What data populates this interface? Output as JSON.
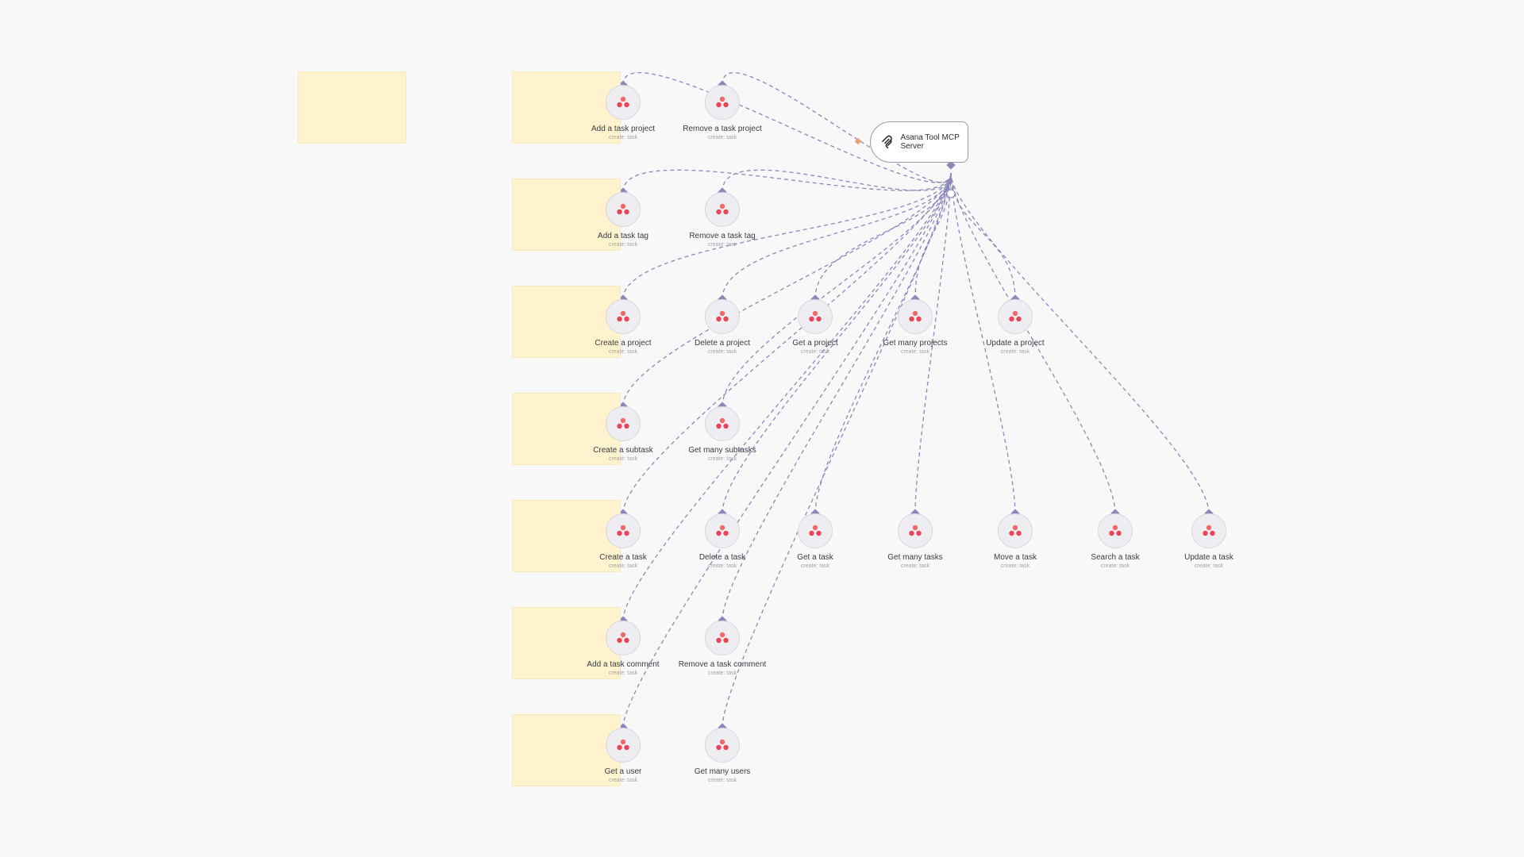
{
  "canvas": {
    "background": "#f8f8f9",
    "edge_color": "#8a88b8",
    "sticky_color": "#fef3cd"
  },
  "mcp_server": {
    "title": "Asana Tool MCP Server",
    "icon": "mcp-server-icon"
  },
  "node_icon": "asana-icon",
  "node_icon_colors": [
    "#f06a6a",
    "#e8445a"
  ],
  "rows": [
    {
      "nodes": [
        {
          "title": "Add a task project",
          "subtitle": "create: task"
        },
        {
          "title": "Remove a task project",
          "subtitle": "create: task"
        }
      ]
    },
    {
      "nodes": [
        {
          "title": "Add a task tag",
          "subtitle": "create: task"
        },
        {
          "title": "Remove a task tag",
          "subtitle": "create: task"
        }
      ]
    },
    {
      "nodes": [
        {
          "title": "Create a project",
          "subtitle": "create: task"
        },
        {
          "title": "Delete a project",
          "subtitle": "create: task"
        },
        {
          "title": "Get a project",
          "subtitle": "create: task"
        },
        {
          "title": "Get many projects",
          "subtitle": "create: task"
        },
        {
          "title": "Update a project",
          "subtitle": "create: task"
        }
      ]
    },
    {
      "nodes": [
        {
          "title": "Create a subtask",
          "subtitle": "create: task"
        },
        {
          "title": "Get many subtasks",
          "subtitle": "create: task"
        }
      ]
    },
    {
      "nodes": [
        {
          "title": "Create a task",
          "subtitle": "create: task"
        },
        {
          "title": "Delete a task",
          "subtitle": "create: task"
        },
        {
          "title": "Get a task",
          "subtitle": "create: task"
        },
        {
          "title": "Get many tasks",
          "subtitle": "create: task"
        },
        {
          "title": "Move a task",
          "subtitle": "create: task"
        },
        {
          "title": "Search a task",
          "subtitle": "create: task"
        },
        {
          "title": "Update a task",
          "subtitle": "create: task"
        }
      ]
    },
    {
      "nodes": [
        {
          "title": "Add a task comment",
          "subtitle": "create: task"
        },
        {
          "title": "Remove a task comment",
          "subtitle": "create: task"
        }
      ]
    },
    {
      "nodes": [
        {
          "title": "Get a user",
          "subtitle": "create: task"
        },
        {
          "title": "Get many users",
          "subtitle": "create: task"
        }
      ]
    }
  ],
  "sticky_note_count": 8
}
